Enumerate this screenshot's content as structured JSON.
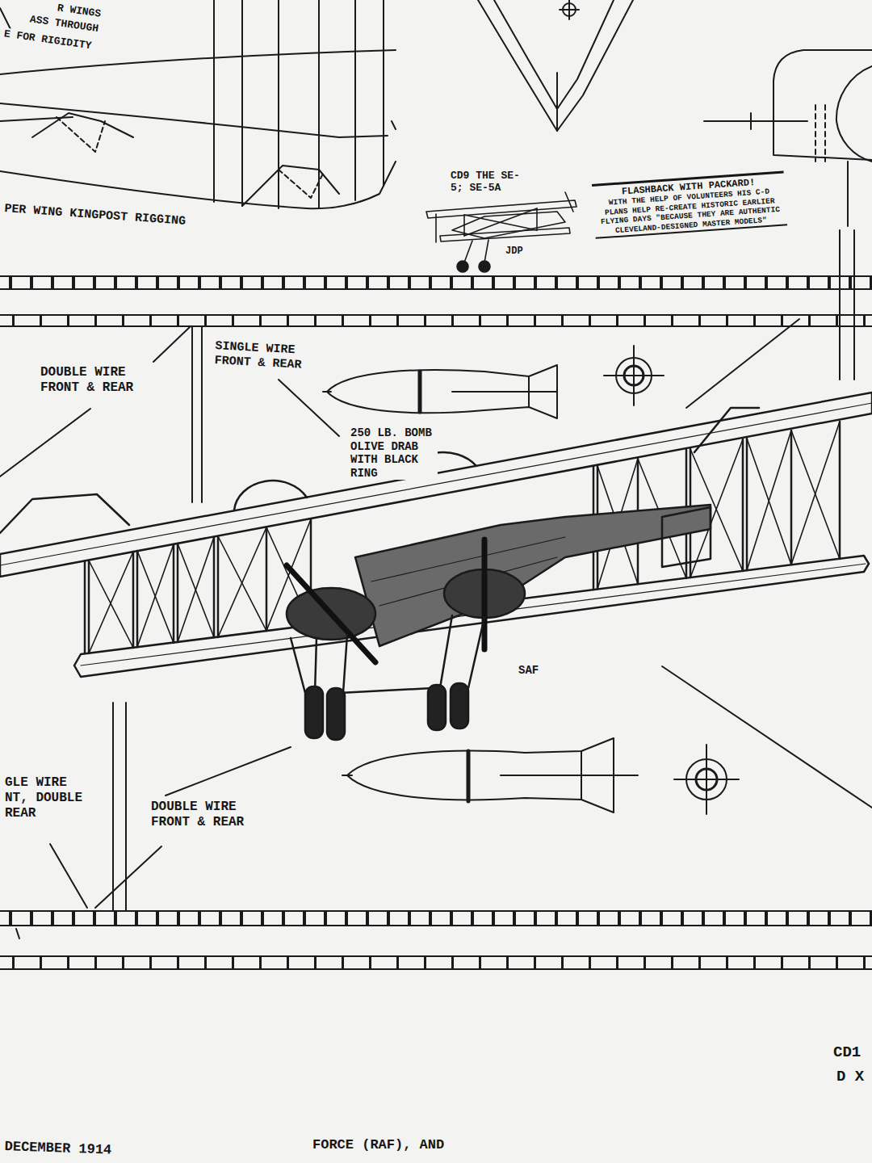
{
  "diagram": {
    "nodes": [
      {
        "text": [
          "FLASHBACK WITH PACKARD!",
          "WITH THE HELP OF VOLUNTEERS HIS C-D PLANS HELP RE-CREATE HISTORIC EARLIER FLYING DAYS \"BECAUSE THEY ARE AUTHENTIC CLEVELAND-DESIGNED MASTER MODELS\""
        ]
      }
    ],
    "labels": [
      "R WINGS",
      "ASS THROUGH",
      "E FOR RIGIDITY",
      "PER WING KINGPOST RIGGING",
      "CD9 THE SE-5; SE-5A",
      "JDP",
      "DOUBLE WIRE FRONT & REAR",
      "SINGLE WIRE FRONT & REAR",
      "250 LB. BOMB OLIVE DRAB WITH BLACK RING",
      "SAF",
      "GLE WIRE NT, DOUBLE REAR",
      "DOUBLE WIRE FRONT & REAR",
      "CD1",
      "D X",
      "DECEMBER 1914",
      "FORCE (RAF), AND"
    ]
  }
}
